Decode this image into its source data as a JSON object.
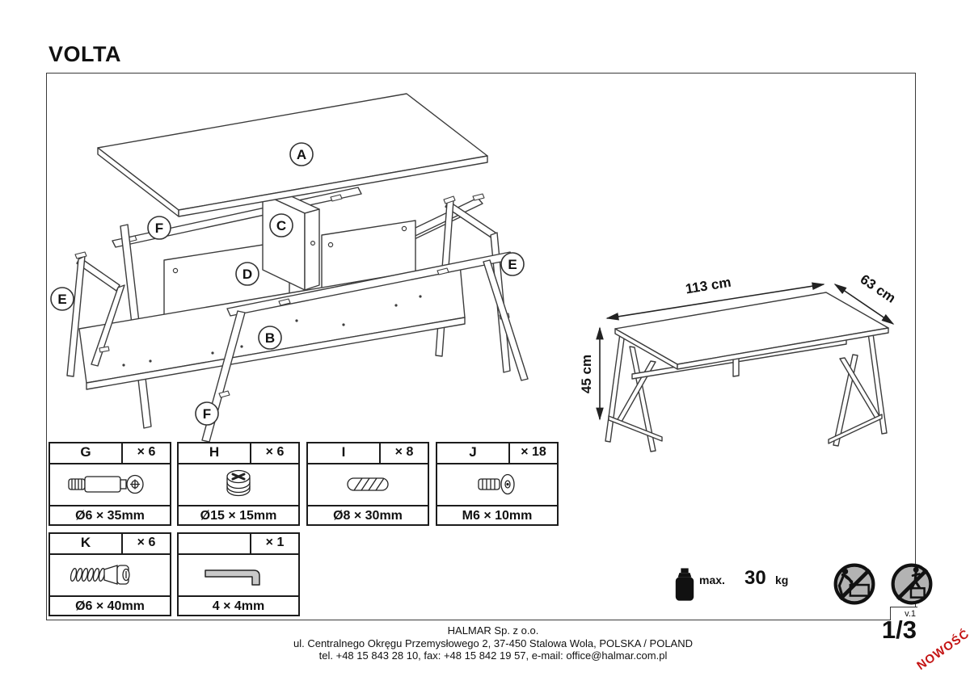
{
  "page": {
    "title": "VOLTA",
    "version": "v.1",
    "page_number": "1/3",
    "new_badge": "NOWOŚĆ",
    "accent_red": "#c41414"
  },
  "diagram": {
    "part_labels": [
      "A",
      "F",
      "C",
      "D",
      "E",
      "E",
      "B",
      "F"
    ]
  },
  "dimensions": {
    "length": "113 cm",
    "depth": "63 cm",
    "height": "45 cm"
  },
  "hardware": {
    "items": [
      {
        "letter": "G",
        "qty": "× 6",
        "size": "Ø6 × 35mm",
        "icon": "cam-bolt"
      },
      {
        "letter": "H",
        "qty": "× 6",
        "size": "Ø15 × 15mm",
        "icon": "cam-lock"
      },
      {
        "letter": "I",
        "qty": "× 8",
        "size": "Ø8 × 30mm",
        "icon": "dowel"
      },
      {
        "letter": "J",
        "qty": "× 18",
        "size": "M6 × 10mm",
        "icon": "machine-screw"
      },
      {
        "letter": "K",
        "qty": "× 6",
        "size": "Ø6 × 40mm",
        "icon": "wood-screw"
      },
      {
        "letter": "",
        "qty": "× 1",
        "size": "4 × 4mm",
        "icon": "allen-key"
      }
    ]
  },
  "weight_limit": {
    "label": "max.",
    "value": "30",
    "unit": "kg"
  },
  "footer": {
    "company": "HALMAR Sp. z o.o.",
    "address": "ul. Centralnego Okręgu Przemysłowego 2, 37-450 Stalowa Wola, POLSKA / POLAND",
    "contact": "tel. +48 15 843 28 10, fax: +48 15 842 19 57, e-mail: office@halmar.com.pl"
  }
}
